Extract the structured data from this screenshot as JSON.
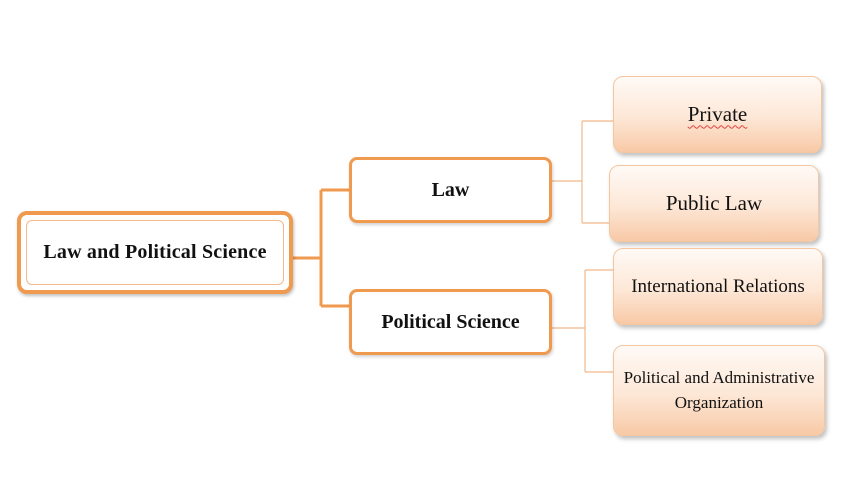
{
  "diagram": {
    "root": {
      "label": "Law and Political Science"
    },
    "branches": [
      {
        "label": "Law",
        "children": [
          {
            "label": "Private"
          },
          {
            "label": "Public Law"
          }
        ]
      },
      {
        "label": "Political Science",
        "children": [
          {
            "label": "International Relations"
          },
          {
            "label": "Political and Administrative Organization"
          }
        ]
      }
    ],
    "colors": {
      "accent": "#ef9a4e",
      "connector_root": "#ef9a4e",
      "connector_leaf": "#f0b98a",
      "leaf_fill_top": "#fffaf6",
      "leaf_fill_bottom": "#f8c9a6"
    }
  }
}
